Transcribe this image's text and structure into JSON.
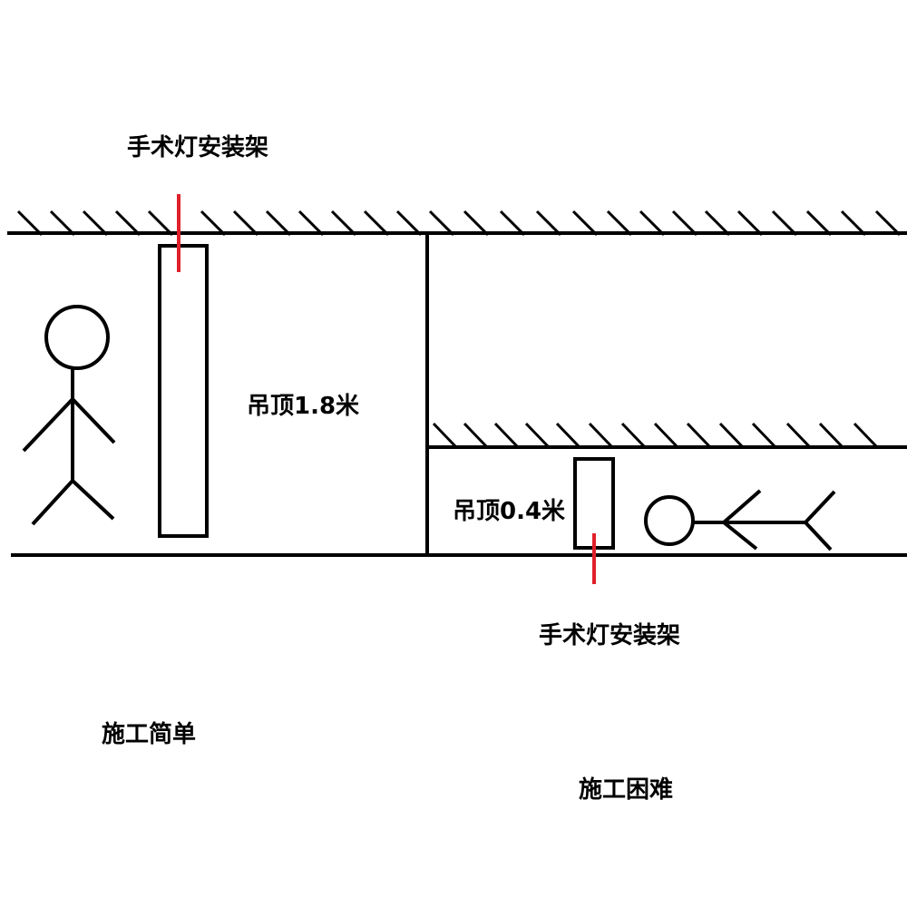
{
  "labels": {
    "bracket_top": "手术灯安装架",
    "ceiling_high": "吊顶1.8米",
    "ceiling_low": "吊顶0.4米",
    "bracket_bottom": "手术灯安装架",
    "easy": "施工简单",
    "hard": "施工困难"
  },
  "colors": {
    "line": "#000000",
    "marker": "#e0202a"
  }
}
